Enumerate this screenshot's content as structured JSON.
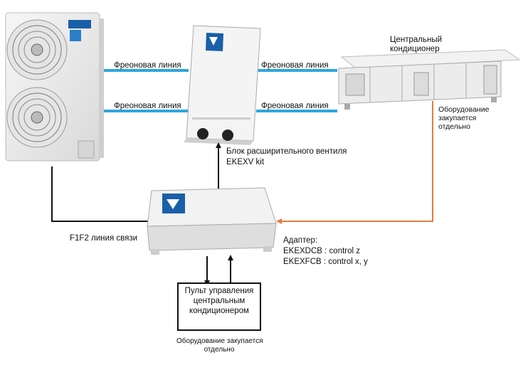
{
  "labels": {
    "freon_line": "Фреоновая линия",
    "central_ac_line1": "Центральный",
    "central_ac_line2": "кондиционер",
    "purchased_sep_line1": "Оборудование",
    "purchased_sep_line2": "закупается",
    "purchased_sep_line3": "отдельно",
    "valve_kit_line1": "Блок расширительного вентиля",
    "valve_kit_line2": "EKEXV kit",
    "f1f2": "F1F2 линия связи",
    "adapter_line1": "Адаптер:",
    "adapter_line2": "EKEXDCB : control  z",
    "adapter_line3": "EKEXFCB : control x,  y",
    "remote_line1": "Пульт управления",
    "remote_line2": "центральным",
    "remote_line3": "кондиционером",
    "bottom_note_line1": "Оборудование закупается",
    "bottom_note_line2": "отдельно"
  },
  "colors": {
    "freon_line": "#2ea6dc",
    "signal_line": "#e87b3a",
    "wire": "#111111",
    "brand_blue": "#1a5fa8"
  },
  "icons": [
    "daikin-logo"
  ]
}
